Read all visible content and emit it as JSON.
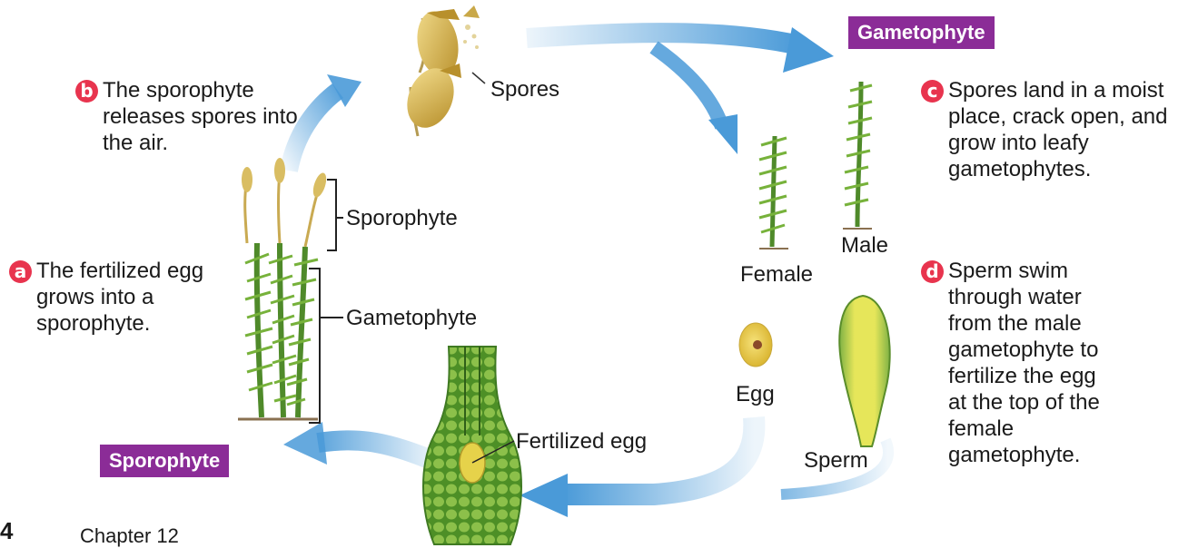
{
  "stage_tags": {
    "gametophyte": "Gametophyte",
    "sporophyte": "Sporophyte"
  },
  "steps": [
    {
      "letter": "a",
      "text": "The fertilized egg grows into a sporophyte."
    },
    {
      "letter": "b",
      "text": "The sporophyte releases spores into the air."
    },
    {
      "letter": "c",
      "text": "Spores land in a moist place, crack open, and grow into leafy gametophytes."
    },
    {
      "letter": "d",
      "text": "Sperm swim through water from the male gametophyte to fertilize the egg at the top of the female gametophyte."
    }
  ],
  "labels": {
    "spores": "Spores",
    "sporophyte": "Sporophyte",
    "gametophyte": "Gametophyte",
    "female": "Female",
    "male": "Male",
    "egg": "Egg",
    "sperm": "Sperm",
    "fertilized_egg": "Fertilized egg"
  },
  "footer": {
    "page_number": "4",
    "chapter": "Chapter 12"
  },
  "colors": {
    "arrow": "#4a9ad8",
    "badge": "#e8344e",
    "tag": "#8b2c97",
    "moss": "#6ea535",
    "capsule": "#d9bd62"
  }
}
